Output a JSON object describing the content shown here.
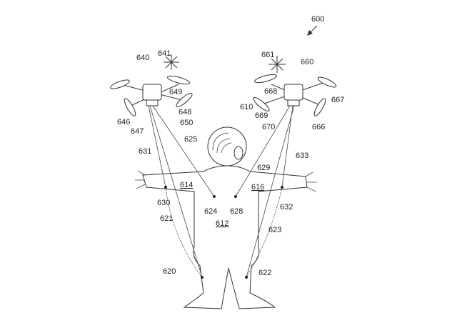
{
  "figure": {
    "reference": "600",
    "labels": {
      "l641": "641",
      "l661": "661",
      "l640": "640",
      "l660": "660",
      "l668": "668",
      "l649": "649",
      "l667": "667",
      "l648": "648",
      "l610": "610",
      "l669": "669",
      "l650": "650",
      "l646": "646",
      "l670": "670",
      "l666": "666",
      "l647": "647",
      "l625": "625",
      "l631": "631",
      "l633": "633",
      "l629": "629",
      "l614": "614",
      "l616": "616",
      "l630": "630",
      "l624": "624",
      "l628": "628",
      "l632": "632",
      "l621": "621",
      "l612": "612",
      "l623": "623",
      "l620": "620",
      "l622": "622"
    }
  }
}
